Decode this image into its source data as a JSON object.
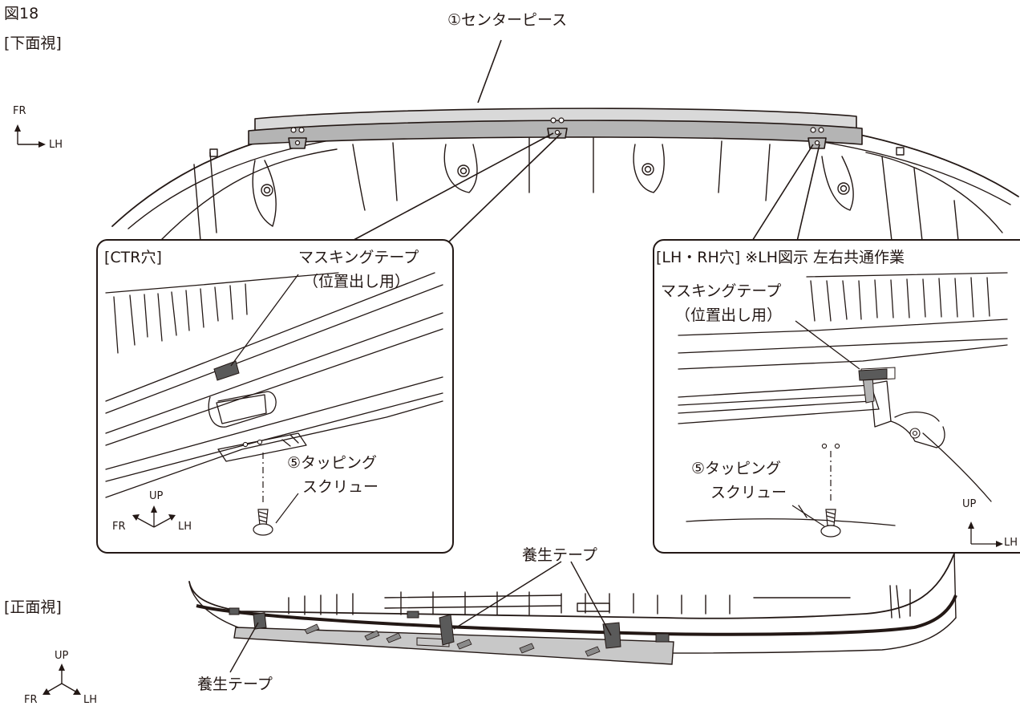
{
  "figure": {
    "number": "図18",
    "view_bottom": "[下面視]",
    "view_front": "[正面視]"
  },
  "axes": {
    "top": {
      "fr": "FR",
      "lh": "LH"
    },
    "ctr": {
      "up": "UP",
      "fr": "FR",
      "lh": "LH"
    },
    "lhrh": {
      "up": "UP",
      "lh": "LH"
    },
    "front": {
      "up": "UP",
      "fr": "FR",
      "lh": "LH"
    }
  },
  "callouts": {
    "center_piece": "①センターピース",
    "curing_tape_top": "養生テープ",
    "curing_tape_bottom": "養生テープ"
  },
  "detail_ctr": {
    "title": "[CTR穴]",
    "masking_tape": "マスキングテープ",
    "masking_tape_note": "（位置出し用）",
    "screw_line1": "⑤タッピング",
    "screw_line2": "スクリュー"
  },
  "detail_lhrh": {
    "title": "[LH・RH穴] ※LH図示 左右共通作業",
    "masking_tape": "マスキングテープ",
    "masking_tape_note": "（位置出し用）",
    "screw_line1": "⑤タッピング",
    "screw_line2": "スクリュー"
  },
  "colors": {
    "ink": "#231815",
    "part_fill": "#b4b4b4",
    "tape_fill": "#5a5a5a"
  }
}
